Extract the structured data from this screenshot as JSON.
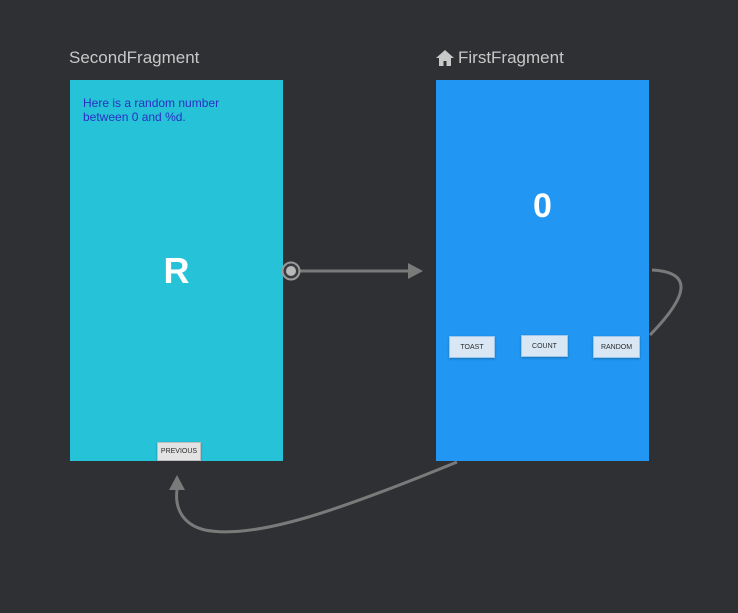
{
  "second_fragment": {
    "title": "SecondFragment",
    "message": "Here is a random number between 0 and %d.",
    "big_text": "R",
    "previous_label": "PREVIOUS",
    "background": "#26c3d8"
  },
  "first_fragment": {
    "title": "FirstFragment",
    "is_start_destination": true,
    "start_icon": "home-icon",
    "count_text": "0",
    "buttons": {
      "toast": "TOAST",
      "count": "COUNT",
      "random": "RANDOM"
    },
    "background": "#2196f2"
  },
  "colors": {
    "canvas": "#2f3033",
    "connector": "#7a7a7a"
  }
}
